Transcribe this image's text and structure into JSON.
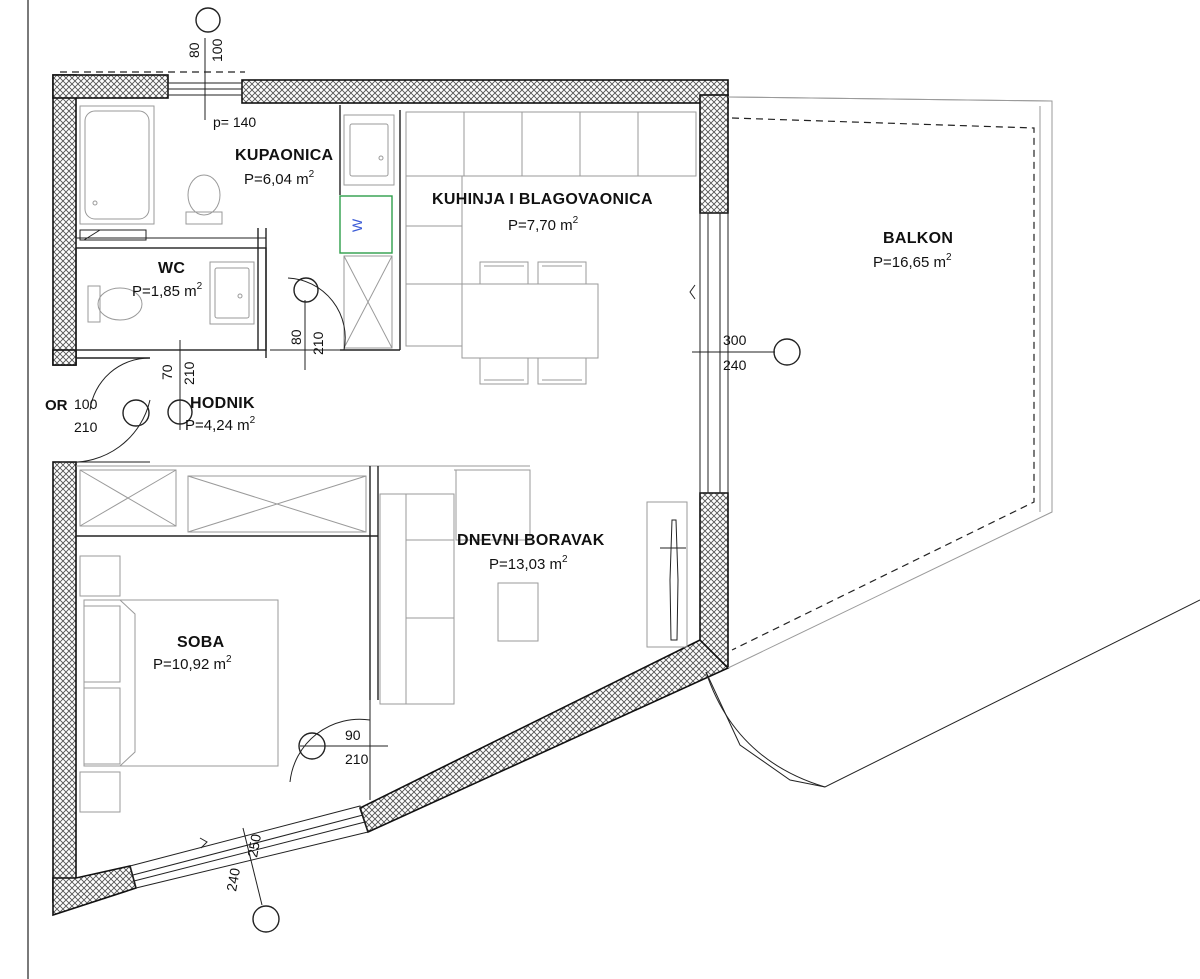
{
  "colors": {
    "wall_stroke": "#111111",
    "hatch": "#555555",
    "furniture": "#9a9a9a",
    "washer_box": "#2e9e4a",
    "washer_label": "#3b5bd6"
  },
  "rooms": {
    "kupaonica": {
      "name": "KUPAONICA",
      "area": "P=6,04 m",
      "sup": "2"
    },
    "kuhinja": {
      "name": "KUHINJA I BLAGOVAONICA",
      "area": "P=7,70 m",
      "sup": "2"
    },
    "balkon": {
      "name": "BALKON",
      "area": "P=16,65 m",
      "sup": "2"
    },
    "wc": {
      "name": "WC",
      "area": "P=1,85 m",
      "sup": "2"
    },
    "hodnik": {
      "name": "HODNIK",
      "area": "P=4,24 m",
      "sup": "2"
    },
    "dnevni": {
      "name": "DNEVNI BORAVAK",
      "area": "P=13,03 m",
      "sup": "2"
    },
    "soba": {
      "name": "SOBA",
      "area": "P=10,92 m",
      "sup": "2"
    }
  },
  "labels": {
    "washer": "W",
    "parapet": "p= 140",
    "entrance_cut": "OR"
  },
  "dimensions": {
    "top_window_w": "80",
    "top_window_h": "100",
    "wc_door_w": "80",
    "wc_door_h": "210",
    "hall_door_w": "70",
    "hall_door_h": "210",
    "entrance_door_w": "100",
    "entrance_door_h": "210",
    "balcony_door_w": "300",
    "balcony_door_h": "240",
    "soba_door_w": "90",
    "soba_door_h": "210",
    "bottom_window_w": "250",
    "bottom_window_h": "240"
  }
}
